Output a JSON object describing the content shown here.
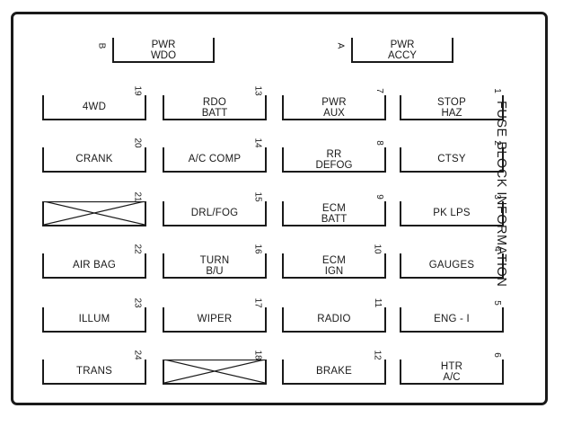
{
  "title": "FUSE BLOCK INFORMATION",
  "top_fuses": [
    {
      "num": "B",
      "label": "PWR",
      "label2": "WDO"
    },
    {
      "num": "A",
      "label": "PWR",
      "label2": "ACCY"
    }
  ],
  "columns": [
    [
      {
        "num": "19",
        "label": "4WD",
        "label2": ""
      },
      {
        "num": "20",
        "label": "CRANK",
        "label2": ""
      },
      {
        "num": "21",
        "label": "",
        "label2": "",
        "spare": true
      },
      {
        "num": "22",
        "label": "AIR BAG",
        "label2": ""
      },
      {
        "num": "23",
        "label": "ILLUM",
        "label2": ""
      },
      {
        "num": "24",
        "label": "TRANS",
        "label2": ""
      }
    ],
    [
      {
        "num": "13",
        "label": "RDO",
        "label2": "BATT"
      },
      {
        "num": "14",
        "label": "A/C COMP",
        "label2": ""
      },
      {
        "num": "15",
        "label": "DRL/FOG",
        "label2": ""
      },
      {
        "num": "16",
        "label": "TURN",
        "label2": "B/U"
      },
      {
        "num": "17",
        "label": "WIPER",
        "label2": ""
      },
      {
        "num": "18",
        "label": "",
        "label2": "",
        "spare": true
      }
    ],
    [
      {
        "num": "7",
        "label": "PWR",
        "label2": "AUX"
      },
      {
        "num": "8",
        "label": "RR",
        "label2": "DEFOG"
      },
      {
        "num": "9",
        "label": "ECM",
        "label2": "BATT"
      },
      {
        "num": "10",
        "label": "ECM",
        "label2": "IGN"
      },
      {
        "num": "11",
        "label": "RADIO",
        "label2": ""
      },
      {
        "num": "12",
        "label": "BRAKE",
        "label2": ""
      }
    ],
    [
      {
        "num": "1",
        "label": "STOP",
        "label2": "HAZ"
      },
      {
        "num": "2",
        "label": "CTSY",
        "label2": ""
      },
      {
        "num": "3",
        "label": "PK LPS",
        "label2": ""
      },
      {
        "num": "4",
        "label": "GAUGES",
        "label2": ""
      },
      {
        "num": "5",
        "label": "ENG - I",
        "label2": ""
      },
      {
        "num": "6",
        "label": "HTR",
        "label2": "A/C"
      }
    ]
  ]
}
